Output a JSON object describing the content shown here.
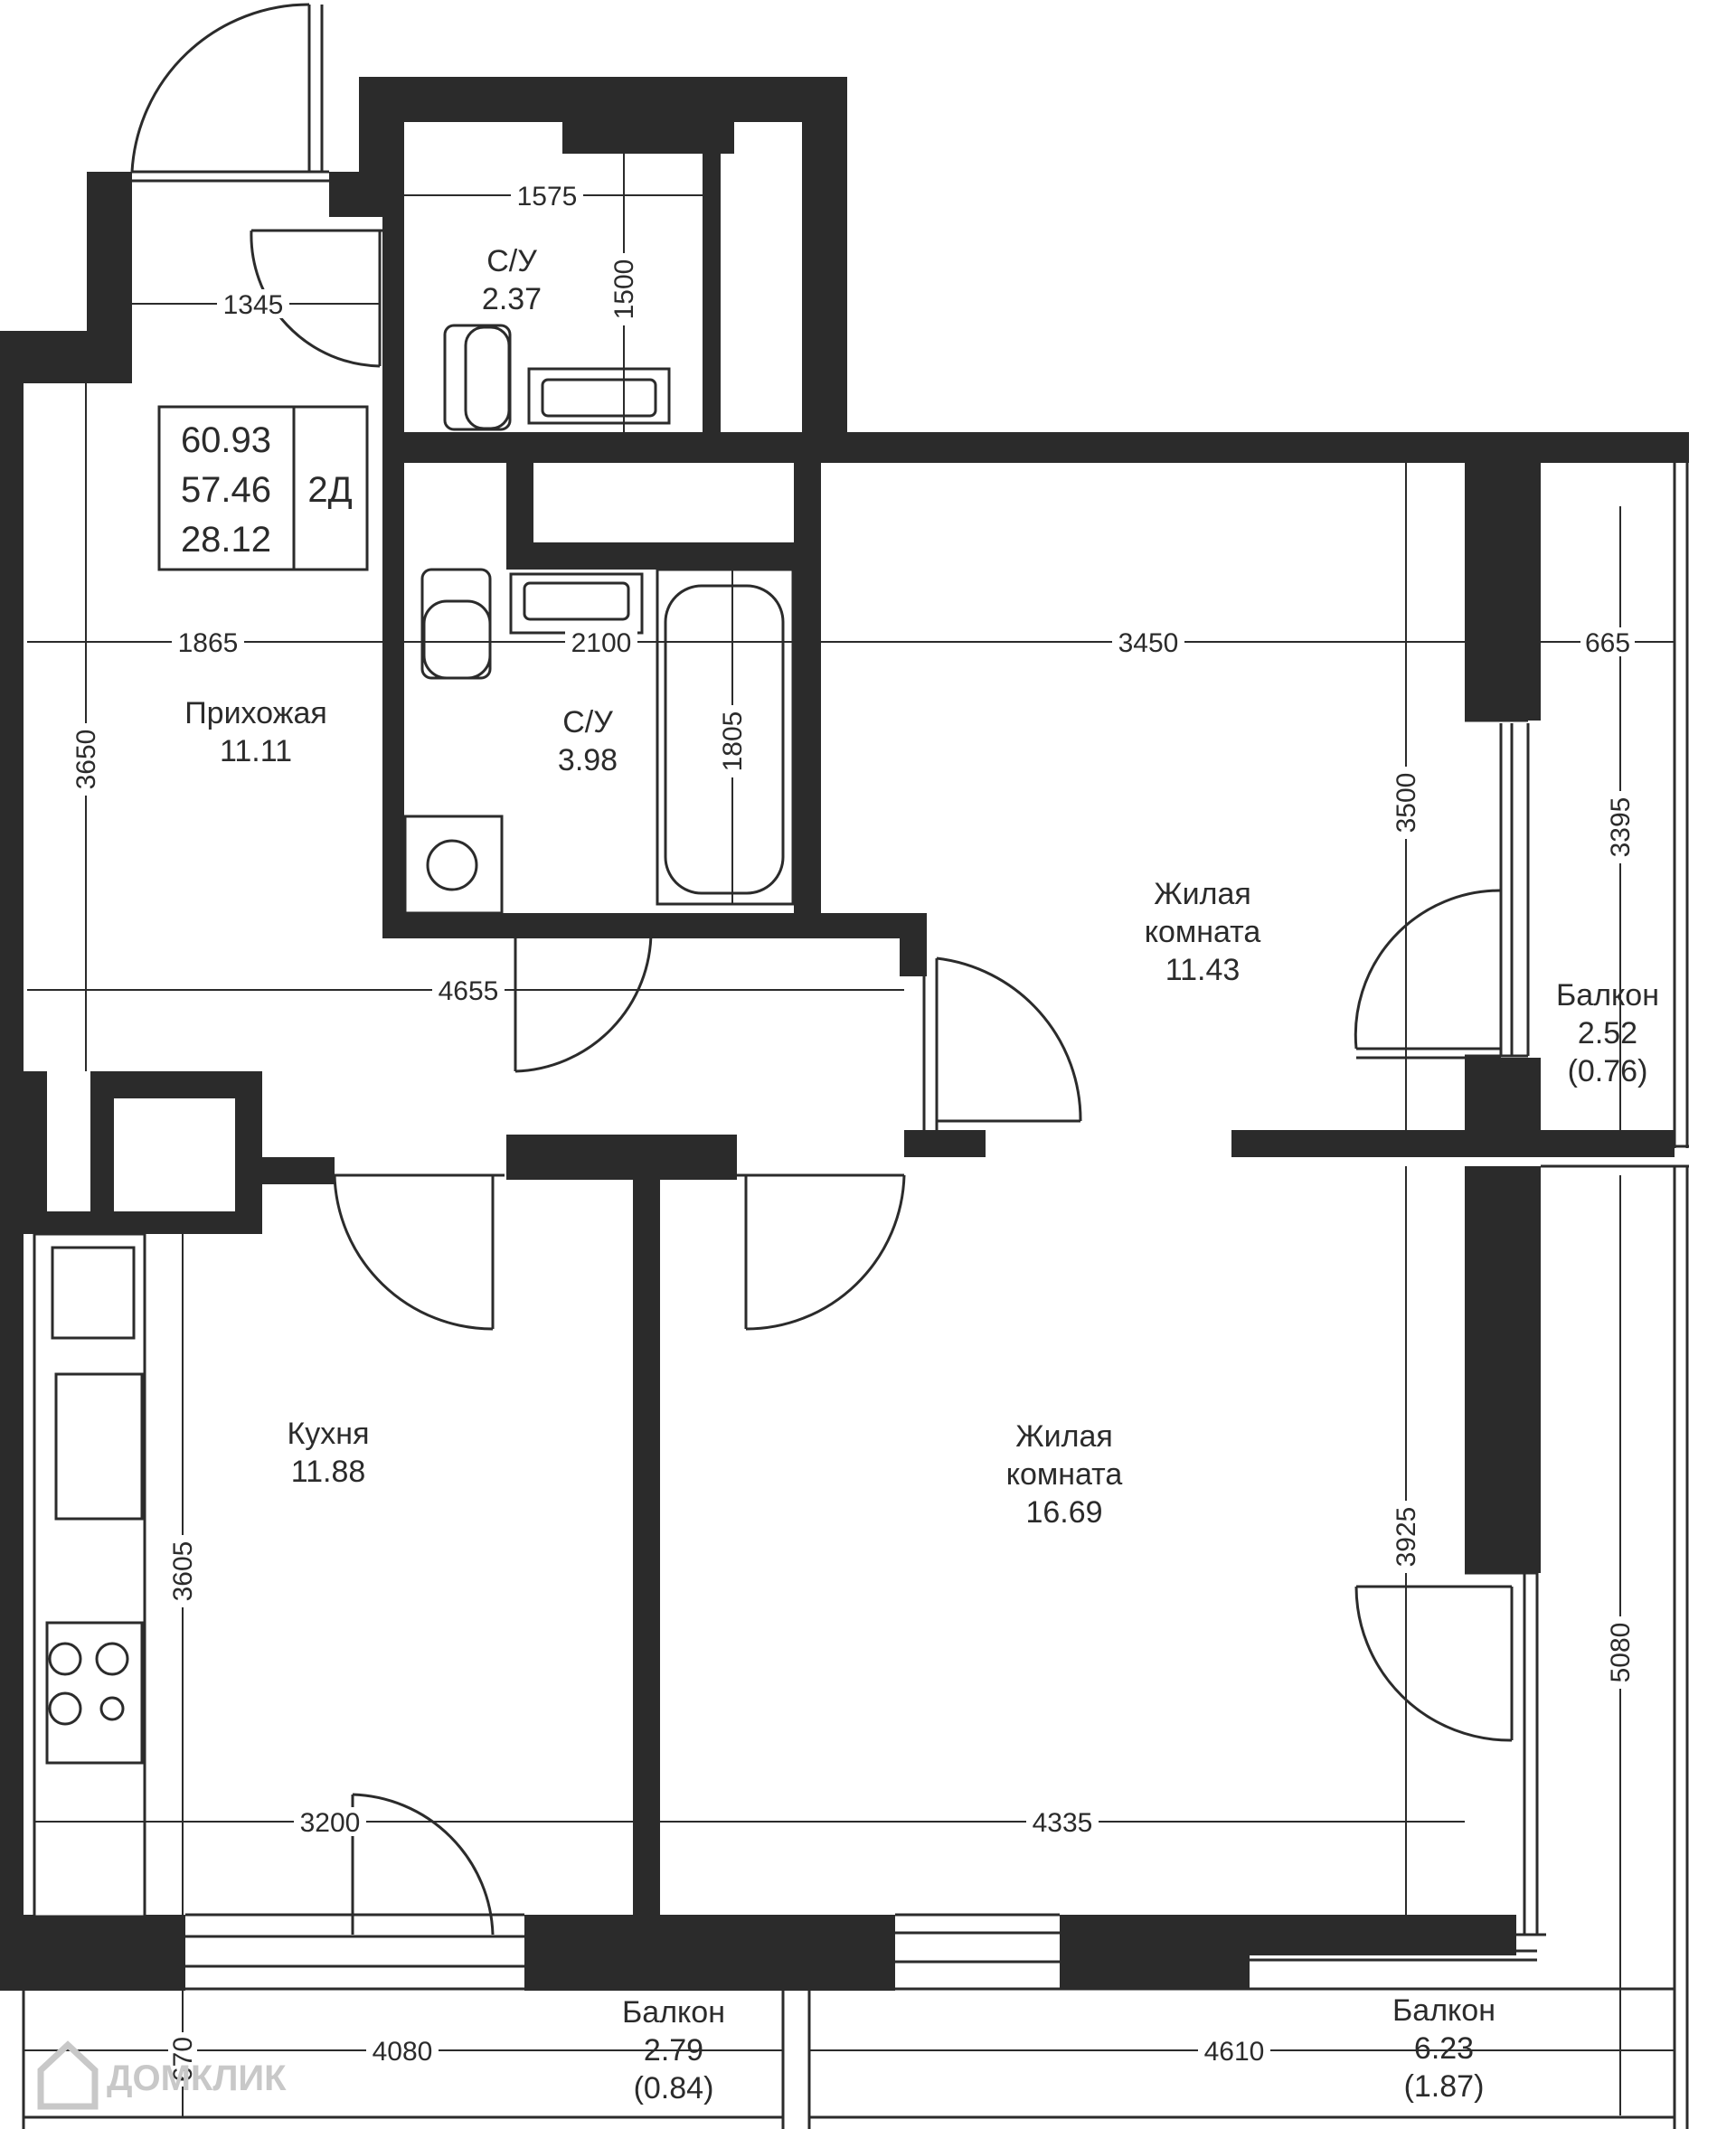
{
  "summary": {
    "total_area": "60.93",
    "living_area_total": "57.46",
    "living_rooms_area": "28.12",
    "type": "2Д"
  },
  "rooms": {
    "bath_small": {
      "name": "С/У",
      "area": "2.37"
    },
    "bath_main": {
      "name": "С/У",
      "area": "3.98"
    },
    "hall": {
      "name": "Прихожая",
      "area": "11.11"
    },
    "living_1": {
      "name1": "Жилая",
      "name2": "комната",
      "area": "11.43"
    },
    "living_2": {
      "name1": "Жилая",
      "name2": "комната",
      "area": "16.69"
    },
    "kitchen": {
      "name": "Кухня",
      "area": "11.88"
    },
    "balcony_right": {
      "name": "Балкон",
      "area": "2.52",
      "coef": "(0.76)"
    },
    "balcony_kitchen": {
      "name": "Балкон",
      "area": "2.79",
      "coef": "(0.84)"
    },
    "balcony_big": {
      "name": "Балкон",
      "area": "6.23",
      "coef": "(1.87)"
    }
  },
  "dimensions": {
    "d1575": "1575",
    "d1500": "1500",
    "d1345": "1345",
    "d1865": "1865",
    "d2100": "2100",
    "d3450": "3450",
    "d665": "665",
    "d3650": "3650",
    "d1805": "1805",
    "d3500": "3500",
    "d3395": "3395",
    "d4655": "4655",
    "d3605": "3605",
    "d3925": "3925",
    "d5080": "5080",
    "d3200": "3200",
    "d4335": "4335",
    "d670": "670",
    "d4080": "4080",
    "d4610": "4610"
  },
  "watermark": "ДОМКЛИК"
}
